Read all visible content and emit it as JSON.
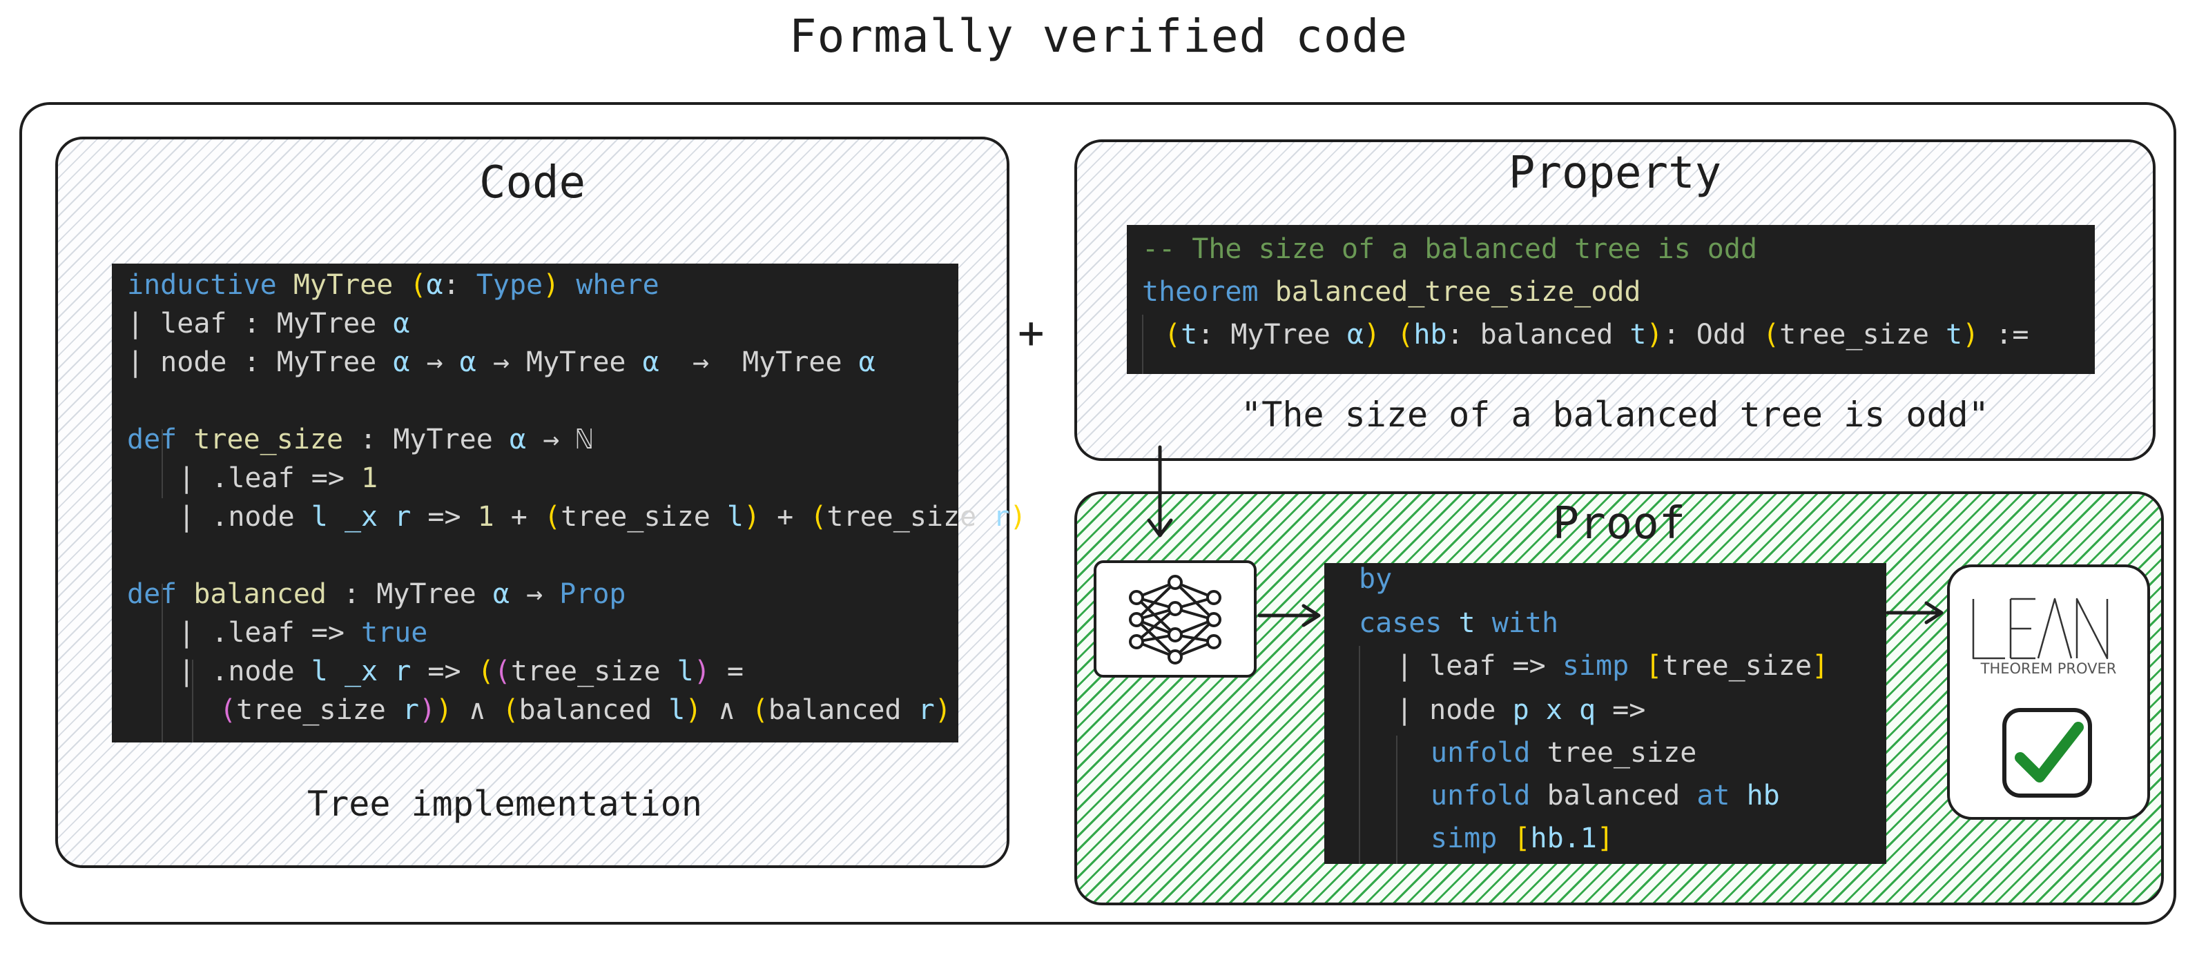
{
  "title": "Formally verified code",
  "plus": "+",
  "code_panel": {
    "title": "Code",
    "caption": "Tree implementation"
  },
  "property_panel": {
    "title": "Property",
    "comment": "-- The size of a balanced tree is odd",
    "caption": "\"The size of a balanced tree is odd\""
  },
  "proof_panel": {
    "title": "Proof"
  },
  "lean_logo": {
    "wordmark": "LEAN",
    "subtitle": "THEOREM PROVER"
  },
  "icons": {
    "network": "neural-network-icon",
    "check": "checkmark-icon"
  },
  "colors": {
    "keyword": "#569cd6",
    "function": "#dcdcaa",
    "variable": "#9cdcfe",
    "comment": "#6a9955",
    "code_bg": "#1f1f1f",
    "proof_hatch": "#33a84a",
    "check": "#1e8c2e"
  }
}
